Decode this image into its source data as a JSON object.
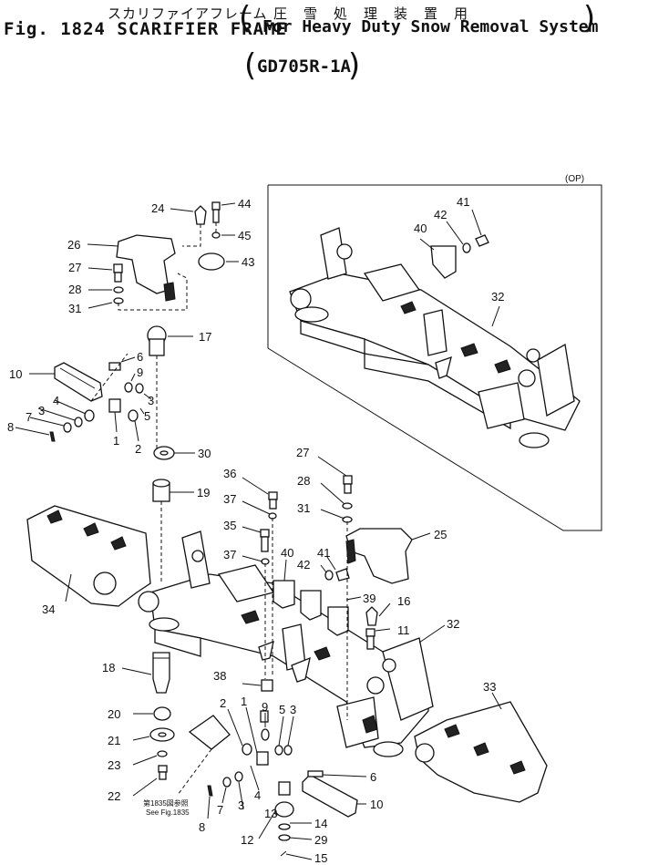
{
  "header": {
    "jp_title": "スカリファイアフレーム",
    "jp_qualifier": "圧雪処理装置用",
    "fig_title": "Fig. 1824 SCARIFIER FRAME",
    "en_qualifier": "For Heavy Duty Snow Removal System",
    "model": "GD705R-1A"
  },
  "option_box": {
    "label": "(OP)"
  },
  "reference_note": {
    "jp": "第1835図参照",
    "en": "See Fig.1835"
  },
  "callouts": {
    "c1": "1",
    "c2": "2",
    "c3": "3",
    "c4": "4",
    "c5": "5",
    "c6": "6",
    "c7": "7",
    "c8": "8",
    "c9": "9",
    "c10": "10",
    "c11": "11",
    "c12": "12",
    "c13": "13",
    "c14": "14",
    "c15": "15",
    "c16": "16",
    "c17": "17",
    "c18": "18",
    "c19": "19",
    "c20": "20",
    "c21": "21",
    "c22": "22",
    "c23": "23",
    "c24": "24",
    "c25": "25",
    "c26": "26",
    "c27": "27",
    "c28": "28",
    "c29": "29",
    "c30": "30",
    "c31": "31",
    "c32": "32",
    "c33": "33",
    "c34": "34",
    "c35": "35",
    "c36": "36",
    "c37": "37",
    "c38": "38",
    "c39": "39",
    "c40": "40",
    "c41": "41",
    "c42": "42",
    "c43": "43",
    "c44": "44",
    "c45": "45"
  }
}
